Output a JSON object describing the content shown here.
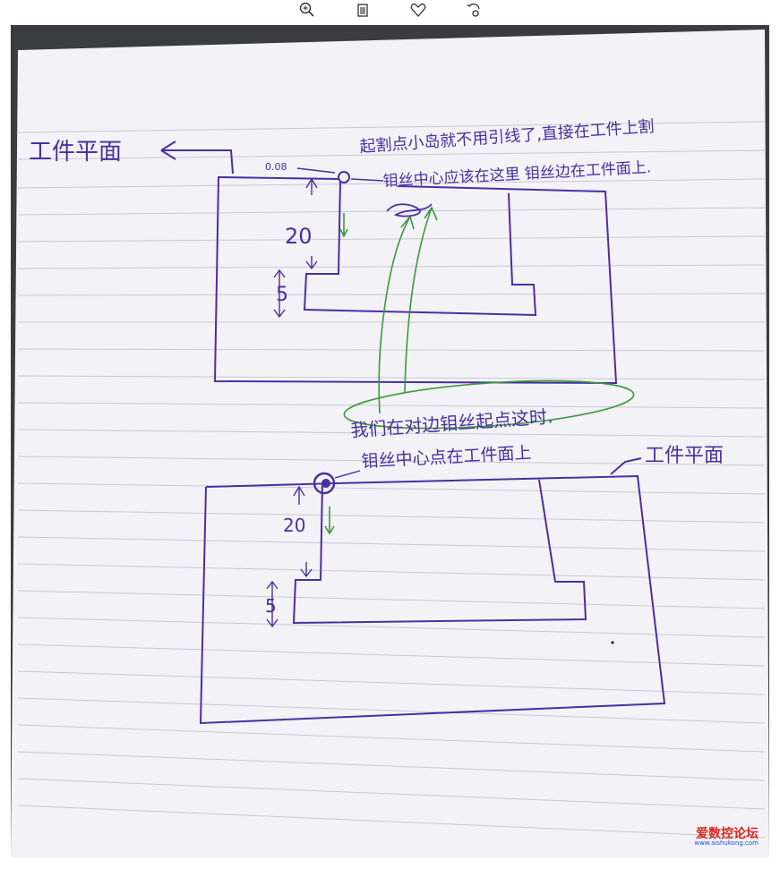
{
  "toolbar": {
    "zoom_icon": "zoom-in-icon",
    "delete_icon": "trash-icon",
    "favorite_icon": "heart-icon",
    "rotate_icon": "rotate-icon"
  },
  "note": {
    "top": {
      "label_left": "工件平面",
      "dimension_small": "0.08",
      "annotation_line1": "起割点小岛就不用引线了,直接在工件上割",
      "annotation_line2": "钼丝中心应该在这里 钼丝边在工件面上.",
      "dimension_height": "20",
      "dimension_step": "5"
    },
    "middle": {
      "annotation": "我们在对边钼丝起点这时."
    },
    "bottom": {
      "annotation": "钼丝中心点在工件面上",
      "label_right": "工件平面",
      "dimension_height": "20",
      "dimension_step": "5"
    }
  },
  "watermark": {
    "name": "爱数控论坛",
    "url": "www.aishukong.com"
  },
  "colors": {
    "ink": "#4a2fa0",
    "green_ink": "#3a9a3a",
    "watermark_red": "#d9261c",
    "watermark_blue": "#1a4fd6"
  }
}
